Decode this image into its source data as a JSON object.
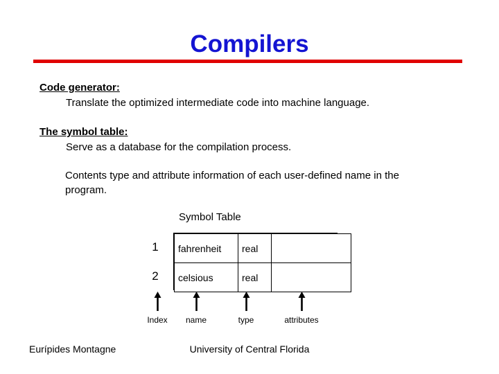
{
  "slide": {
    "title": "Compilers",
    "title_color": "#1414d2",
    "rule_color": "#e00000"
  },
  "content": {
    "code_generator_heading": "Code generator:",
    "code_generator_description": "Translate the optimized intermediate code into machine language.",
    "symbol_table_heading": "The symbol table:",
    "symbol_table_description": "Serve as a database for the compilation process.",
    "contents_description": "Contents type and attribute information of each user-defined name in the program."
  },
  "symbol_table": {
    "caption": "Symbol Table",
    "row_indices": [
      "1",
      "2"
    ],
    "rows": [
      {
        "name": "fahrenheit",
        "type": "real",
        "attributes": ""
      },
      {
        "name": "celsious",
        "type": "real",
        "attributes": ""
      }
    ],
    "column_callouts": [
      {
        "label": "Index",
        "icon": "up-arrow-icon"
      },
      {
        "label": "name",
        "icon": "up-arrow-icon"
      },
      {
        "label": "type",
        "icon": "up-arrow-icon"
      },
      {
        "label": "attributes",
        "icon": "up-arrow-icon"
      }
    ]
  },
  "footer": {
    "author": "Eurípides Montagne",
    "institution": "University of Central Florida"
  }
}
